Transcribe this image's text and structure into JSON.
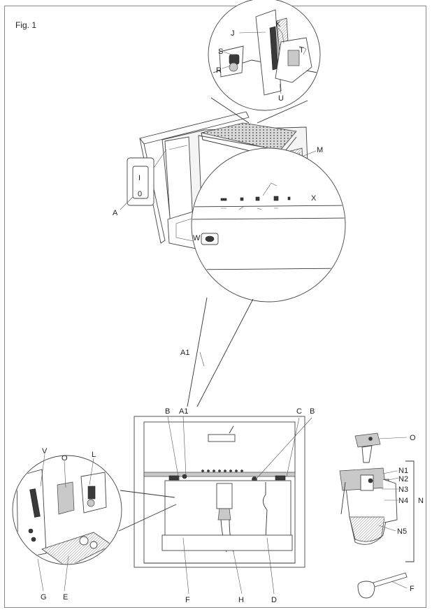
{
  "figure": {
    "title": "Fig. 1"
  },
  "labels": {
    "J": "J",
    "K": "K",
    "S": "S",
    "T": "T",
    "R": "R",
    "U": "U",
    "M": "M",
    "X": "X",
    "A": "A",
    "W": "W",
    "A1_detail": "A1",
    "B_left": "B",
    "A1_front": "A1",
    "C_front": "C",
    "B_right": "B",
    "V": "V",
    "O_inset": "O",
    "L": "L",
    "G": "G",
    "E": "E",
    "F_front": "F",
    "H": "H",
    "D": "D",
    "O_part": "O",
    "N1": "N1",
    "N2": "N2",
    "N3": "N3",
    "N4": "N4",
    "N5": "N5",
    "N": "N",
    "F_scoop": "F"
  },
  "switch_symbols": {
    "on": "I",
    "off": "0"
  }
}
